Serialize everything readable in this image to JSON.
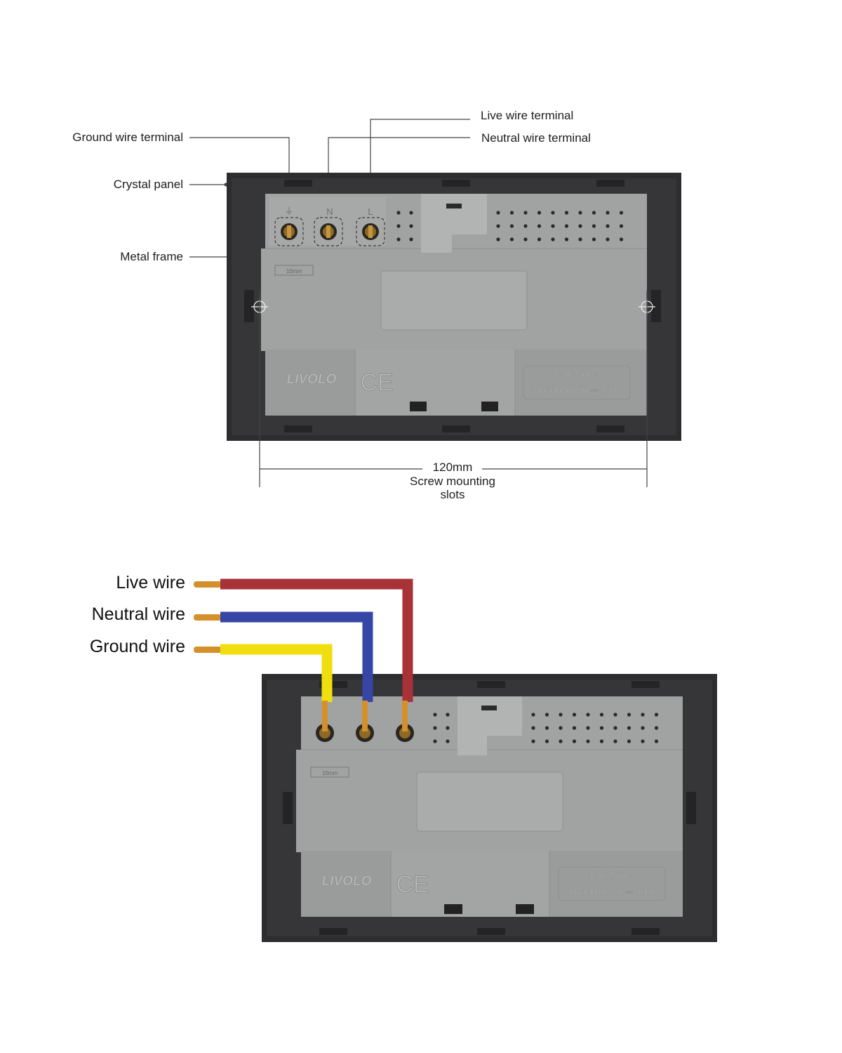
{
  "diagram1": {
    "labels": {
      "ground_terminal": "Ground wire terminal",
      "crystal_panel": "Crystal panel",
      "metal_frame": "Metal frame",
      "live_terminal": "Live wire terminal",
      "neutral_terminal": "Neutral wire terminal",
      "dimension_value": "120mm",
      "dimension_caption_1": "Screw mounting",
      "dimension_caption_2": "slots"
    }
  },
  "diagram2": {
    "labels": {
      "live_wire": "Live wire",
      "neutral_wire": "Neutral wire",
      "ground_wire": "Ground wire"
    }
  },
  "device": {
    "brand": "LIVOLO",
    "rating_line_1": "13A 250V~",
    "rating_line_2": "Dual USB 5V ⎓ 2.1A",
    "ce_mark": "CE",
    "strip_gauge": "10mm",
    "terminal_marks": [
      "⏚",
      "N",
      "L"
    ]
  },
  "colors": {
    "panel": "#2d2d2f",
    "housing": "#a1a3a3",
    "live": "#a73238",
    "neutral": "#3646a6",
    "ground": "#f0de0e",
    "copper": "#d4902a"
  }
}
